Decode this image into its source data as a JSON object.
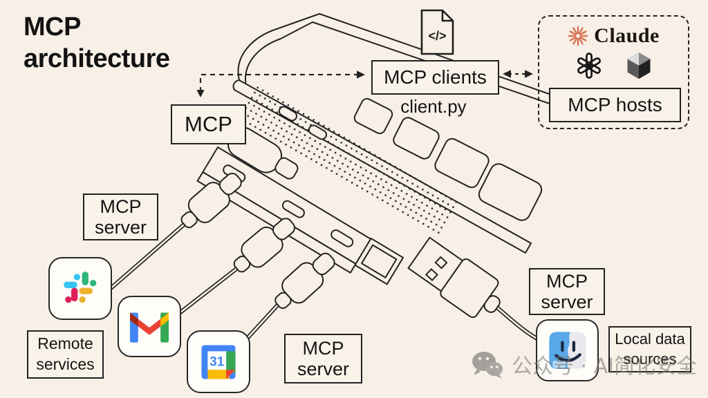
{
  "title": "MCP architecture",
  "labels": {
    "mcp": "MCP",
    "mcp_clients": "MCP clients",
    "client_py": "client.py",
    "mcp_hosts": "MCP hosts",
    "mcp_server_left": "MCP server",
    "mcp_server_middle": "MCP server",
    "mcp_server_right": "MCP server",
    "remote_services": "Remote services",
    "local_data_sources": "Local data sources"
  },
  "hosts": {
    "claude_wordmark": "Claude",
    "logos": [
      "claude-starburst",
      "openai-knot",
      "cursor-cube"
    ]
  },
  "code_file": {
    "glyph": "</>"
  },
  "calendar": {
    "day": "31"
  },
  "icons": [
    "code-file-icon",
    "slack-icon",
    "gmail-icon",
    "google-calendar-icon",
    "finder-icon",
    "wechat-icon"
  ],
  "watermark": {
    "text": "公众号 · AI简化安全"
  },
  "colors": {
    "background": "#f8f0e7",
    "ink": "#1e1e1e",
    "box_fill": "#f9f2e9",
    "tile_fill": "#fffdf9",
    "claude_orange": "#D97757",
    "slack": [
      "#36C5F0",
      "#2EB67D",
      "#ECB22E",
      "#E01E5A"
    ],
    "gmail": [
      "#4285F4",
      "#34A853",
      "#FBBC04",
      "#EA4335",
      "#A52714"
    ],
    "calendar_blue": "#4285F4",
    "finder_blue": "#58a8e8",
    "watermark_gray": "#9a948e"
  }
}
